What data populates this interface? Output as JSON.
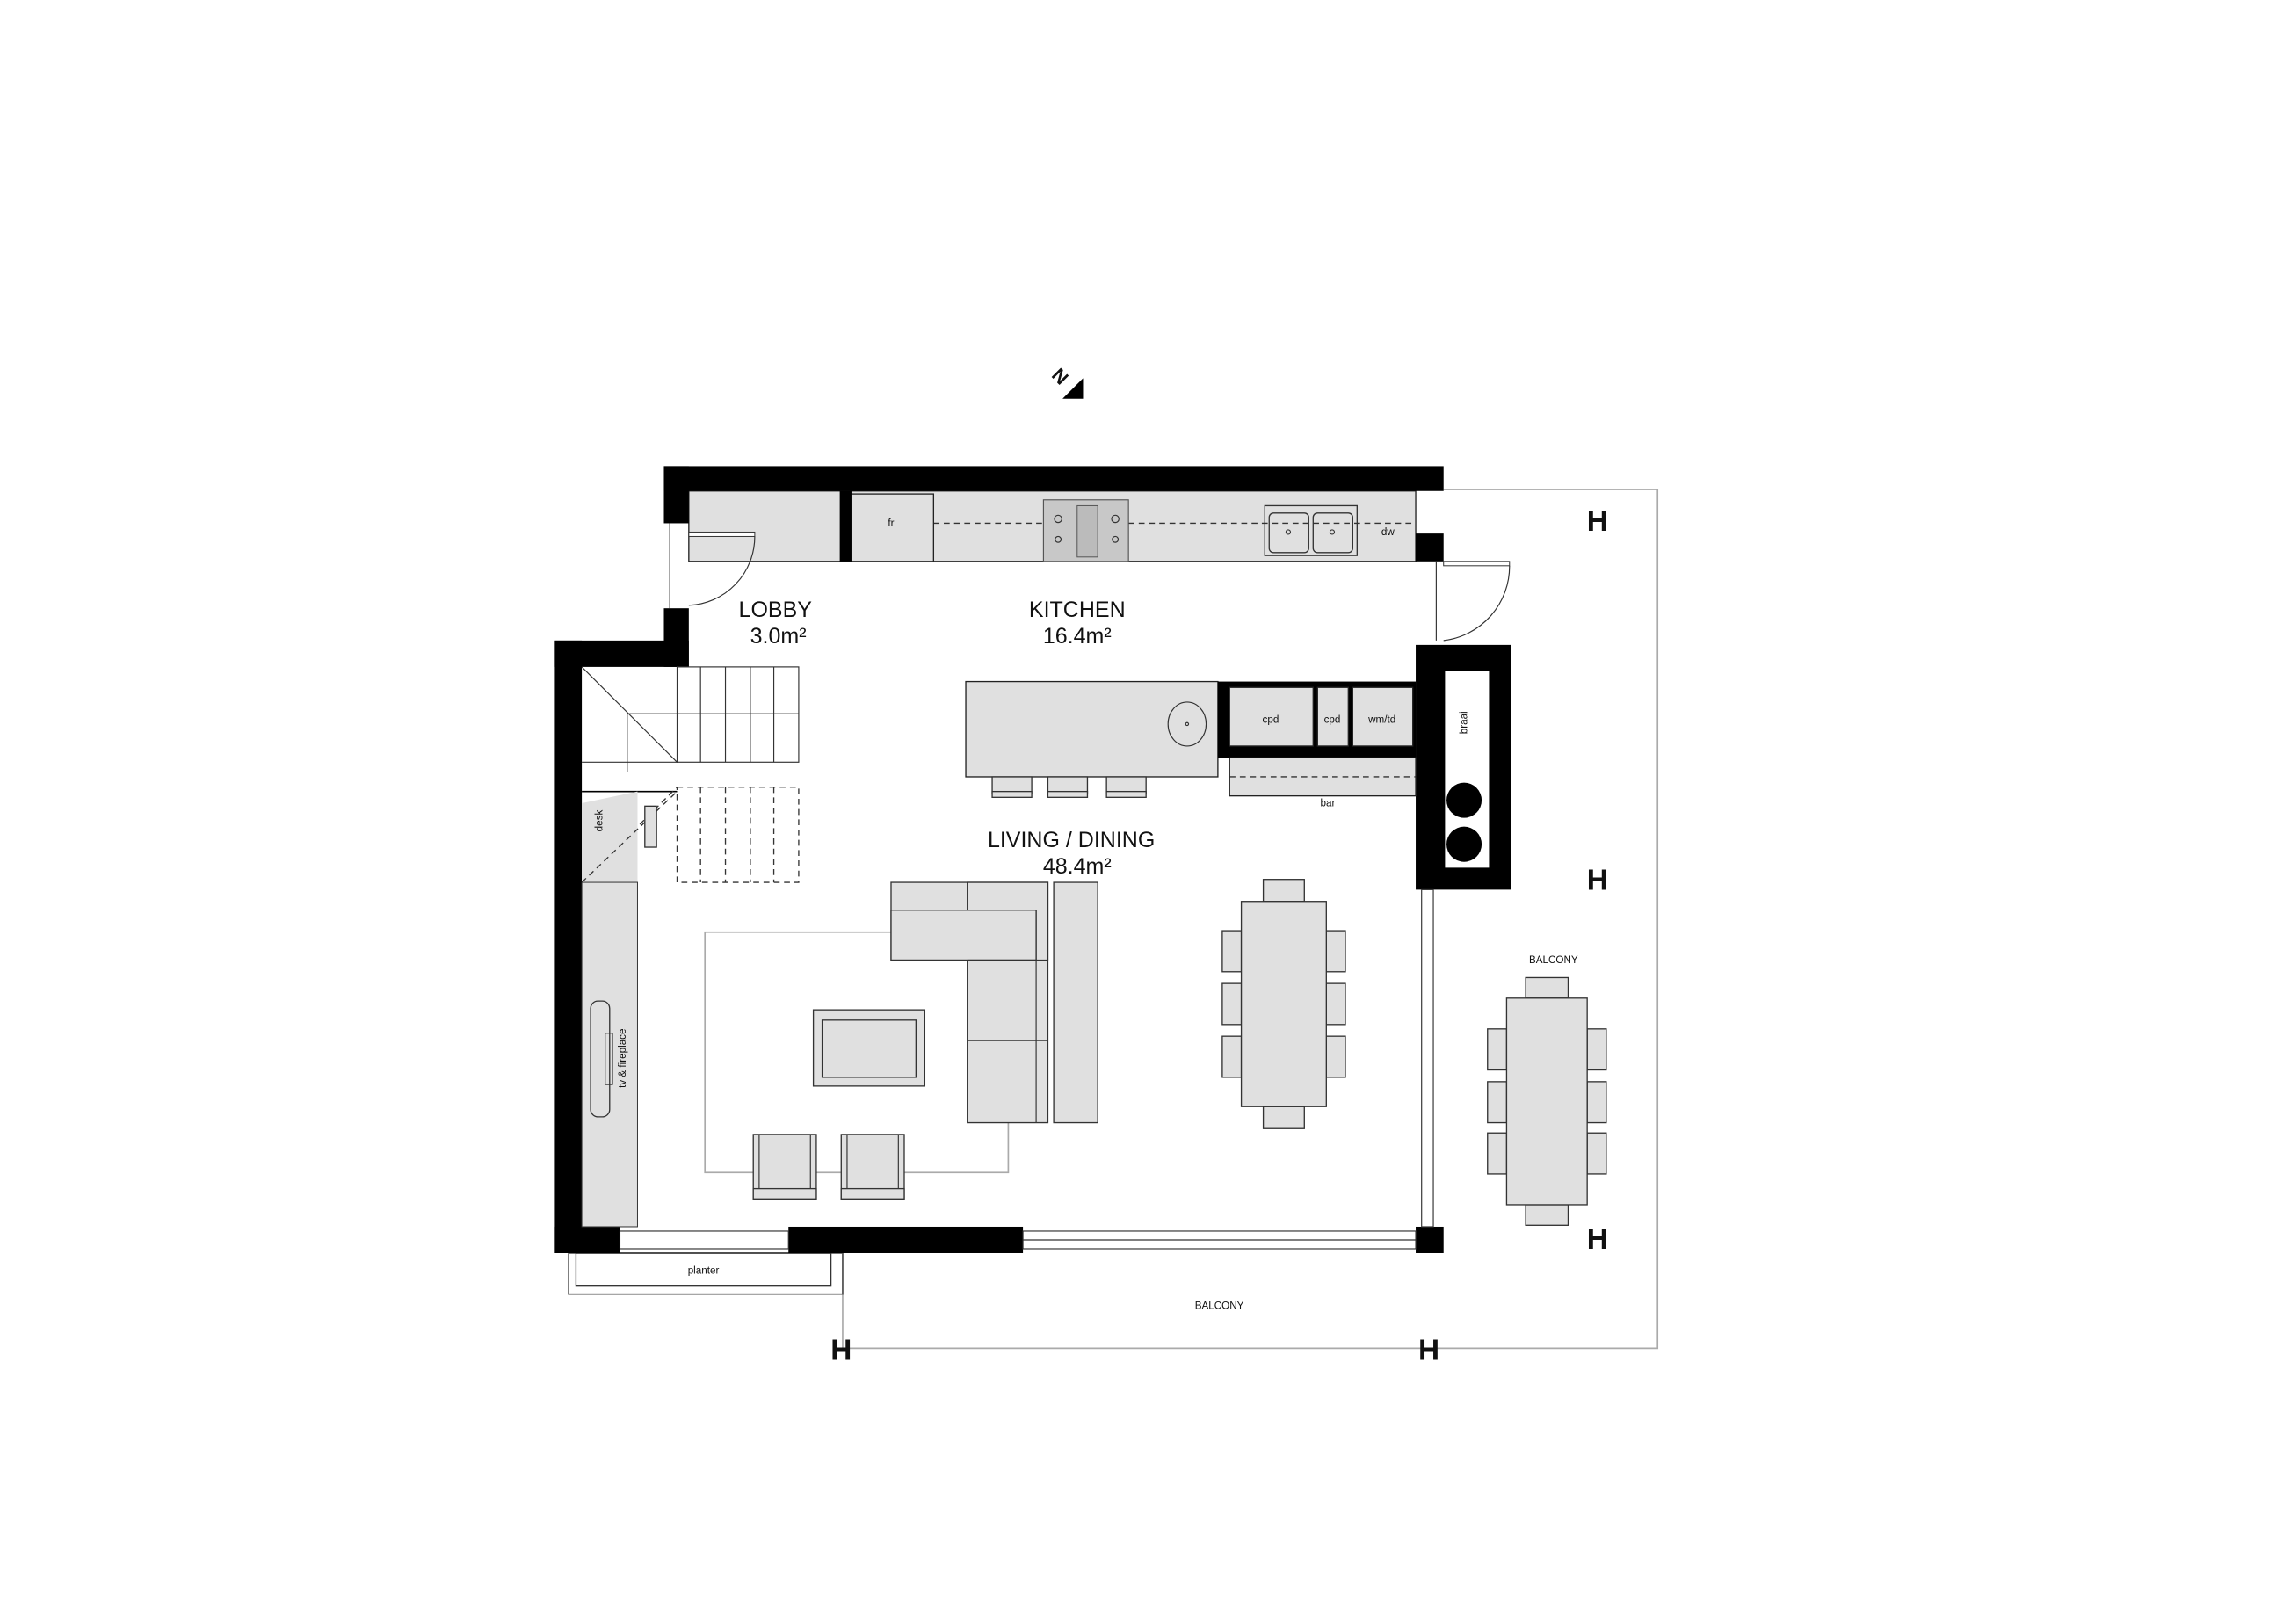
{
  "plan": {
    "north_label": "N",
    "rooms": {
      "lobby": {
        "name": "LOBBY",
        "area": "3.0m²"
      },
      "kitchen": {
        "name": "KITCHEN",
        "area": "16.4m²"
      },
      "living": {
        "name": "LIVING / DINING",
        "area": "48.4m²"
      },
      "balcony_side": {
        "name": "BALCONY"
      },
      "balcony_front": {
        "name": "BALCONY"
      }
    },
    "fixtures": {
      "fridge": "fr",
      "dishwasher": "dw",
      "cupboard_1": "cpd",
      "cupboard_2": "cpd",
      "washer_dryer": "wm/td",
      "bar": "bar",
      "braai": "braai",
      "desk": "desk",
      "tv": "tv & fireplace",
      "planter": "planter"
    },
    "section_marker": "H",
    "colors": {
      "wall": "#000000",
      "fill": "#e0e0e0",
      "outline": "#aaaaaa"
    }
  }
}
